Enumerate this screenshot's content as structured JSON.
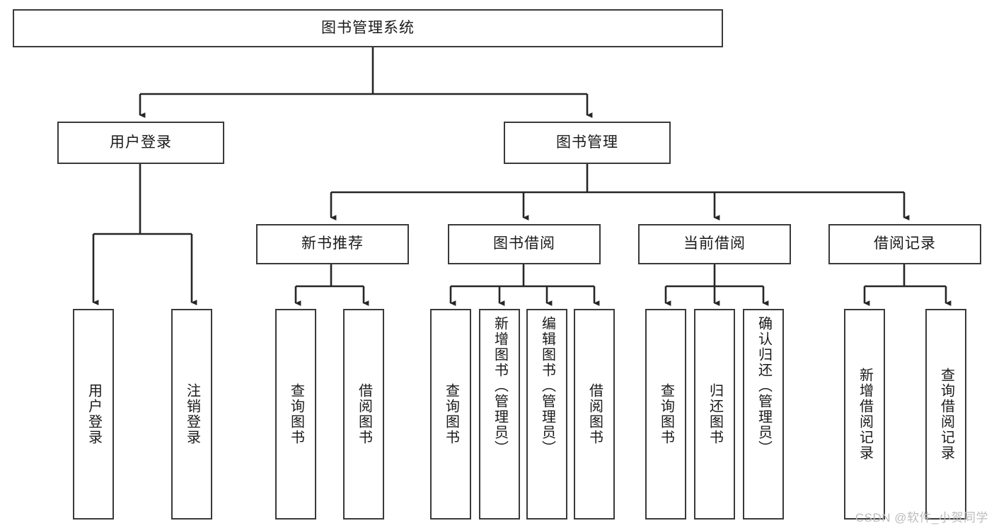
{
  "diagram": {
    "type": "tree",
    "title": "图书管理系统",
    "root": {
      "label": "图书管理系统"
    },
    "level2": [
      {
        "label": "用户登录"
      },
      {
        "label": "图书管理"
      }
    ],
    "level3": [
      {
        "label": "新书推荐"
      },
      {
        "label": "图书借阅"
      },
      {
        "label": "当前借阅"
      },
      {
        "label": "借阅记录"
      }
    ],
    "leaves": {
      "user_login": [
        {
          "label": "用户登录"
        },
        {
          "label": "注销登录"
        }
      ],
      "new_book_recommend": [
        {
          "label": "查询图书"
        },
        {
          "label": "借阅图书"
        }
      ],
      "book_borrow": [
        {
          "label": "查询图书"
        },
        {
          "label": "新增图书（管理员）"
        },
        {
          "label": "编辑图书（管理员）"
        },
        {
          "label": "借阅图书"
        }
      ],
      "current_borrow": [
        {
          "label": "查询图书"
        },
        {
          "label": "归还图书"
        },
        {
          "label": "确认归还（管理员）"
        }
      ],
      "borrow_record": [
        {
          "label": "新增借阅记录"
        },
        {
          "label": "查询借阅记录"
        }
      ]
    }
  },
  "watermark": {
    "text": "CSDN @软件_小贺同学"
  },
  "colors": {
    "box_border": "#3a3a3a",
    "connector": "#262626",
    "text": "#1a1a1a",
    "background": "#ffffff",
    "watermark": "#bcbcbc"
  }
}
